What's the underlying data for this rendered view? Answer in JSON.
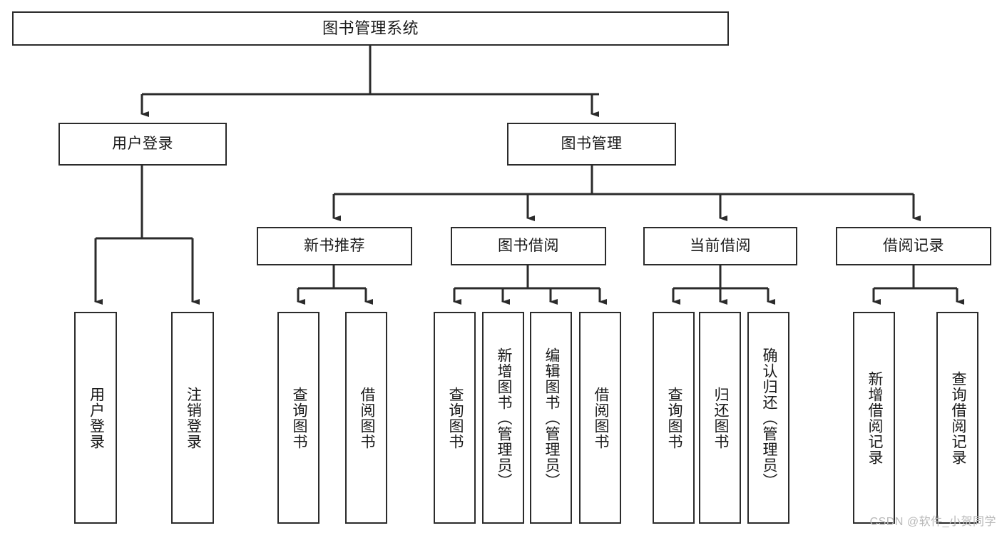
{
  "diagram": {
    "type": "hierarchy-tree",
    "title": "图书管理系统",
    "watermark": "CSDN @软件_小贺同学",
    "colors": {
      "box_border": "#2b2b2b",
      "box_fill": "#ffffff",
      "edge": "#2b2b2b",
      "text": "#1a1a1a",
      "watermark": "#b9b9b9"
    },
    "nodes": {
      "root": {
        "label": "图书管理系统"
      },
      "level2": [
        {
          "label": "用户登录"
        },
        {
          "label": "图书管理"
        }
      ],
      "level3": [
        {
          "label": "新书推荐"
        },
        {
          "label": "图书借阅"
        },
        {
          "label": "当前借阅"
        },
        {
          "label": "借阅记录"
        }
      ],
      "leaves": {
        "user_login": [
          {
            "label": "用户登录"
          },
          {
            "label": "注销登录"
          }
        ],
        "new_book": [
          {
            "label": "查询图书"
          },
          {
            "label": "借阅图书"
          }
        ],
        "book_borrow": [
          {
            "label": "查询图书"
          },
          {
            "label": "新增图书（管理员）"
          },
          {
            "label": "编辑图书（管理员）"
          },
          {
            "label": "借阅图书"
          }
        ],
        "current_borrow": [
          {
            "label": "查询图书"
          },
          {
            "label": "归还图书"
          },
          {
            "label": "确认归还（管理员）"
          }
        ],
        "borrow_record": [
          {
            "label": "新增借阅记录"
          },
          {
            "label": "查询借阅记录"
          }
        ]
      }
    }
  }
}
